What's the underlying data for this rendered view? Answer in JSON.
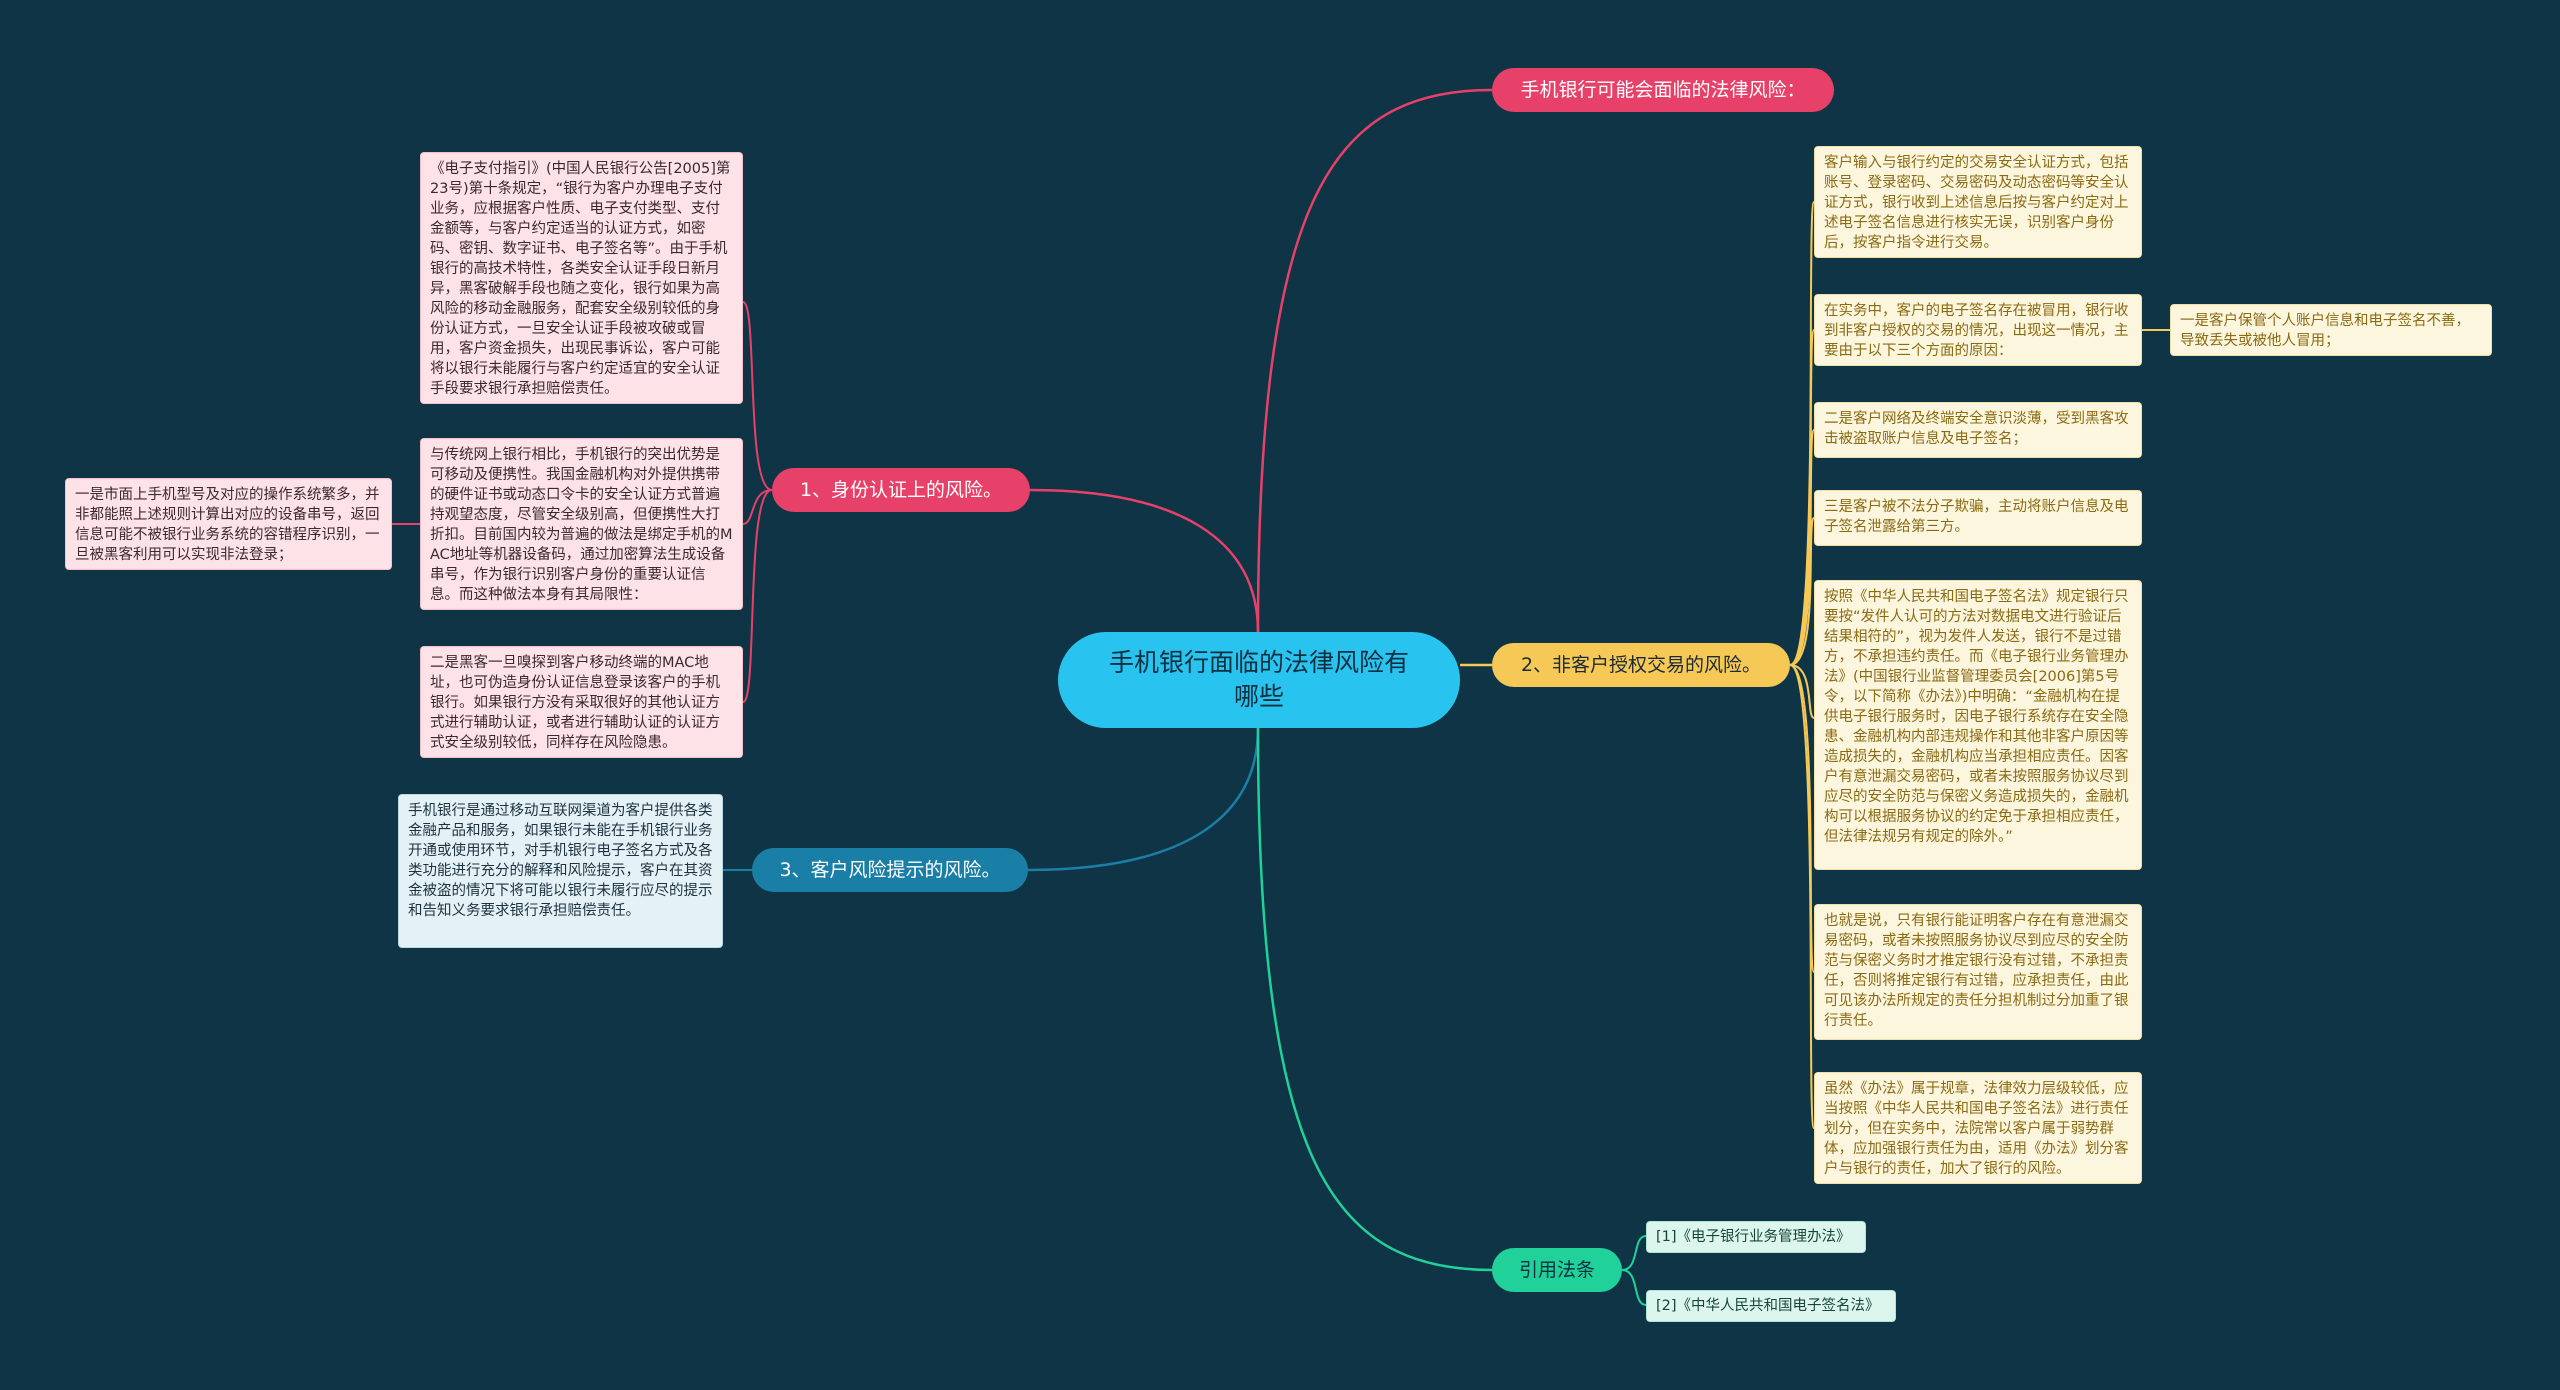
{
  "center": {
    "title": "手机银行面临的法律风险有哪些"
  },
  "top_branch": {
    "label": "手机银行可能会面临的法律风险："
  },
  "branch1": {
    "label": "1、身份认证上的风险。",
    "leaves": [
      "《电子支付指引》(中国人民银行公告[2005]第23号)第十条规定，“银行为客户办理电子支付业务，应根据客户性质、电子支付类型、支付金额等，与客户约定适当的认证方式，如密码、密钥、数字证书、电子签名等”。由于手机银行的高技术特性，各类安全认证手段日新月异，黑客破解手段也随之变化，银行如果为高风险的移动金融服务，配套安全级别较低的身份认证方式，一旦安全认证手段被攻破或冒用，客户资金损失，出现民事诉讼，客户可能将以银行未能履行与客户约定适宜的安全认证手段要求银行承担赔偿责任。",
      "与传统网上银行相比，手机银行的突出优势是可移动及便携性。我国金融机构对外提供携带的硬件证书或动态口令卡的安全认证方式普遍持观望态度，尽管安全级别高，但便携性大打折扣。目前国内较为普遍的做法是绑定手机的MAC地址等机器设备码，通过加密算法生成设备串号，作为银行识别客户身份的重要认证信息。而这种做法本身有其局限性：",
      "二是黑客一旦嗅探到客户移动终端的MAC地址，也可伪造身份认证信息登录该客户的手机银行。如果银行方没有采取很好的其他认证方式进行辅助认证，或者进行辅助认证的认证方式安全级别较低，同样存在风险隐患。"
    ],
    "sub_leaf": "一是市面上手机型号及对应的操作系统繁多，并非都能照上述规则计算出对应的设备串号，返回信息可能不被银行业务系统的容错程序识别，一旦被黑客利用可以实现非法登录；"
  },
  "branch2": {
    "label": "2、非客户授权交易的风险。",
    "leaves": [
      "客户输入与银行约定的交易安全认证方式，包括账号、登录密码、交易密码及动态密码等安全认证方式，银行收到上述信息后按与客户约定对上述电子签名信息进行核实无误，识别客户身份后，按客户指令进行交易。",
      "在实务中，客户的电子签名存在被冒用，银行收到非客户授权的交易的情况，出现这一情况，主要由于以下三个方面的原因：",
      "二是客户网络及终端安全意识淡薄，受到黑客攻击被盗取账户信息及电子签名；",
      "三是客户被不法分子欺骗，主动将账户信息及电子签名泄露给第三方。",
      "按照《中华人民共和国电子签名法》规定银行只要按“发件人认可的方法对数据电文进行验证后结果相符的”，视为发件人发送，银行不是过错方，不承担违约责任。而《电子银行业务管理办法》(中国银行业监督管理委员会[2006]第5号令，以下简称《办法》)中明确：“金融机构在提供电子银行服务时，因电子银行系统存在安全隐患、金融机构内部违规操作和其他非客户原因等造成损失的，金融机构应当承担相应责任。因客户有意泄漏交易密码，或者未按照服务协议尽到应尽的安全防范与保密义务造成损失的，金融机构可以根据服务协议的约定免于承担相应责任，但法律法规另有规定的除外。”",
      "也就是说，只有银行能证明客户存在有意泄漏交易密码，或者未按照服务协议尽到应尽的安全防范与保密义务时才推定银行没有过错，不承担责任，否则将推定银行有过错，应承担责任，由此可见该办法所规定的责任分担机制过分加重了银行责任。",
      "虽然《办法》属于规章，法律效力层级较低，应当按照《中华人民共和国电子签名法》进行责任划分，但在实务中，法院常以客户属于弱势群体，应加强银行责任为由，适用《办法》划分客户与银行的责任，加大了银行的风险。"
    ],
    "sub_leaf": "一是客户保管个人账户信息和电子签名不善，导致丢失或被他人冒用；"
  },
  "branch3": {
    "label": "3、客户风险提示的风险。",
    "leaf": "手机银行是通过移动互联网渠道为客户提供各类金融产品和服务，如果银行未能在手机银行业务开通或使用环节，对手机银行电子签名方式及各类功能进行充分的解释和风险提示，客户在其资金被盗的情况下将可能以银行未履行应尽的提示和告知义务要求银行承担赔偿责任。"
  },
  "branch4": {
    "label": "引用法条",
    "leaves": [
      "[1]《电子银行业务管理办法》",
      "[2]《中华人民共和国电子签名法》"
    ]
  },
  "colors": {
    "background": "#0e3445",
    "center": "#29c3ef",
    "branch_red": "#e7416a",
    "branch_yellow": "#f6c957",
    "branch_blue": "#1a7fa6",
    "branch_green": "#21d19a"
  }
}
